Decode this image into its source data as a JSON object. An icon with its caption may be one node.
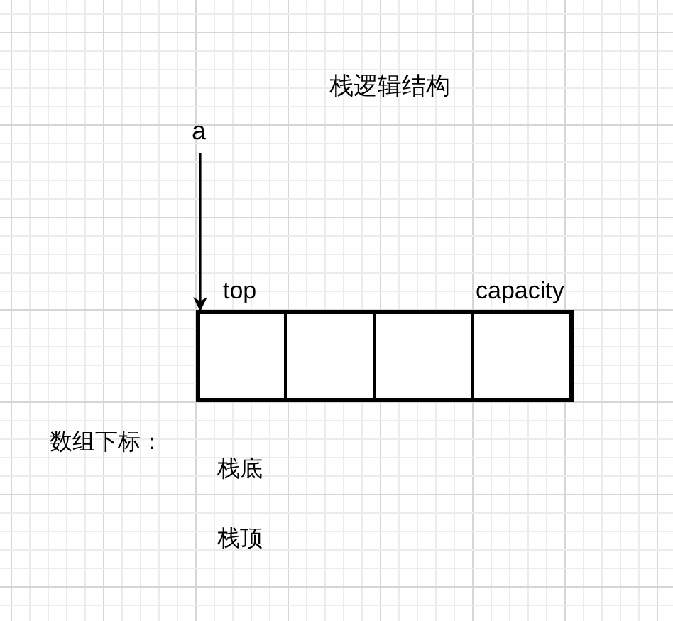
{
  "diagram": {
    "title": "栈逻辑结构",
    "nodes": [
      {
        "text": [
          "a"
        ]
      },
      {
        "text": [],
        "shape": "box"
      },
      {
        "text": [],
        "shape": "box"
      },
      {
        "text": [],
        "shape": "box"
      },
      {
        "text": [],
        "shape": "box"
      }
    ],
    "edges": [
      {
        "from": 0,
        "to": 1,
        "arrow": "to"
      }
    ],
    "labels": [
      "top",
      "capacity",
      "数组下标：",
      "栈底",
      "栈顶"
    ]
  }
}
